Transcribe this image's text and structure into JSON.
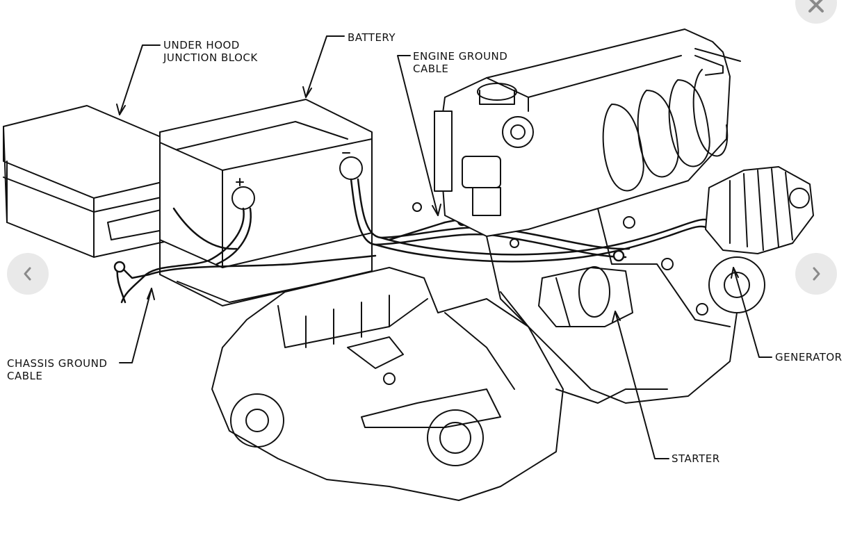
{
  "viewer": {
    "close_icon": "close-icon",
    "prev_icon": "chevron-left-icon",
    "next_icon": "chevron-right-icon",
    "button_bg": "#e9e9e9",
    "icon_color": "#8a8a8a"
  },
  "diagram": {
    "labels": {
      "junction_block_line1": "UNDER HOOD",
      "junction_block_line2": "JUNCTION BLOCK",
      "battery": "BATTERY",
      "engine_ground_line1": "ENGINE GROUND",
      "engine_ground_line2": "CABLE",
      "chassis_ground_line1": "CHASSIS GROUND",
      "chassis_ground_line2": "CABLE",
      "generator": "GENERATOR",
      "starter": "STARTER"
    }
  }
}
